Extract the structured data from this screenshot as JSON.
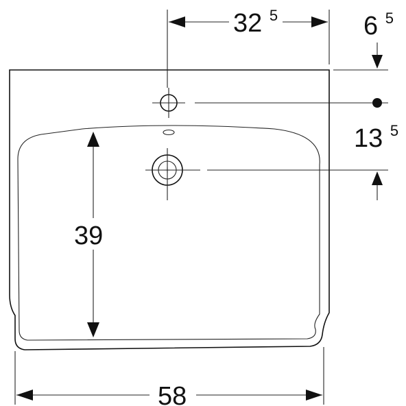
{
  "dimensions": {
    "tap_offset": {
      "main": "32",
      "sup": "5"
    },
    "top_offset": {
      "main": "6",
      "sup": "5"
    },
    "hole_spacing": {
      "main": "13",
      "sup": "5"
    },
    "depth": {
      "main": "39"
    },
    "width": {
      "main": "58"
    }
  }
}
